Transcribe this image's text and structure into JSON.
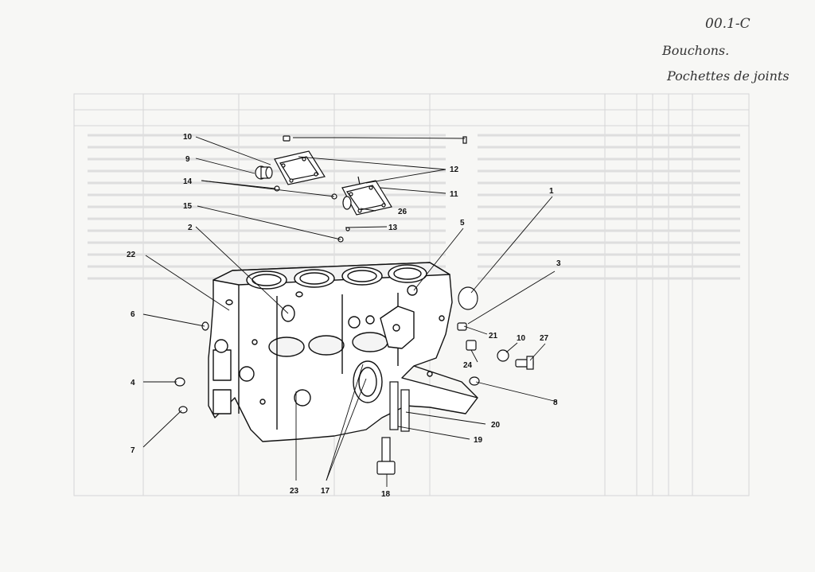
{
  "page_ref": "00.1-C",
  "handwritten_notes": [
    "Bouchons.",
    "Pochettes de joints"
  ],
  "callouts": [
    "1",
    "2",
    "3",
    "4",
    "5",
    "6",
    "7",
    "8",
    "9",
    "10",
    "10",
    "11",
    "12",
    "13",
    "14",
    "15",
    "17",
    "18",
    "19",
    "20",
    "21",
    "22",
    "23",
    "24",
    "26",
    "27"
  ],
  "colors": {
    "paper": "#f7f7f5",
    "ink": "#111111",
    "ghost_ink": "#bbbbbb",
    "pencil": "#333333"
  }
}
